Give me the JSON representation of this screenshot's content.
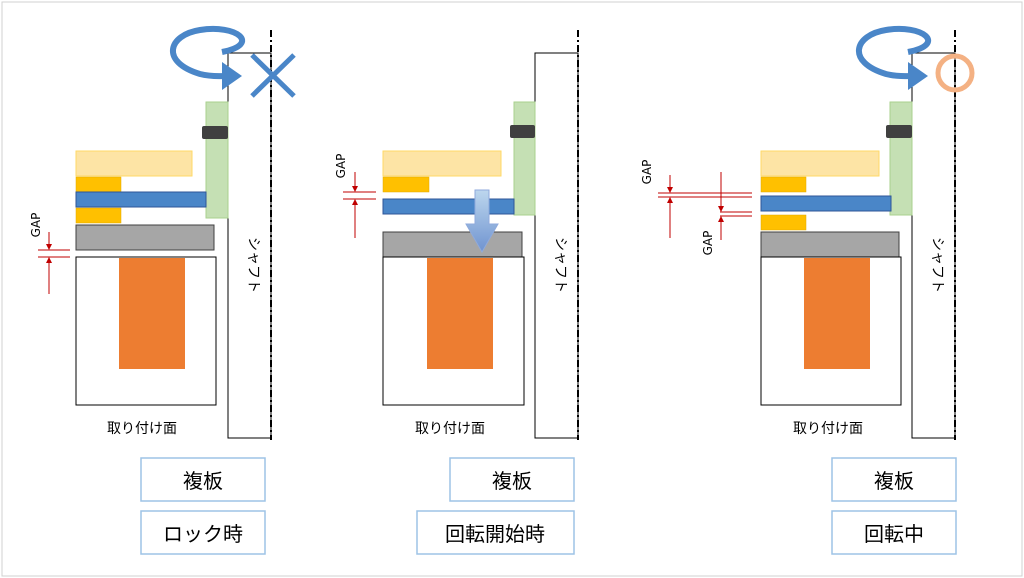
{
  "panels": [
    {
      "id": "lock",
      "mount_label": "取り付け面",
      "shaft_label": "シャフト",
      "gap_label": "GAP",
      "plate_label": "複板",
      "state_label": "ロック時",
      "mark": "cross"
    },
    {
      "id": "start",
      "mount_label": "取り付け面",
      "shaft_label": "シャフト",
      "gap_label": "GAP",
      "plate_label": "複板",
      "state_label": "回転開始時",
      "mark": "down-arrow"
    },
    {
      "id": "rotating",
      "mount_label": "取り付け面",
      "shaft_label": "シャフト",
      "gap_label": "GAP",
      "gap_label_2": "GAP",
      "plate_label": "複板",
      "state_label": "回転中",
      "mark": "circle"
    }
  ],
  "colors": {
    "light_orange": "#FDE4A5",
    "yellow": "#FFC000",
    "blue": "#4A86C8",
    "gray": "#A6A6A6",
    "orange": "#ED7D31",
    "green": "#C5E0B4",
    "dark": "#404040",
    "red": "#C00000",
    "arrow_blue": "#5B9BD5",
    "circle_orange": "#F4B183"
  }
}
